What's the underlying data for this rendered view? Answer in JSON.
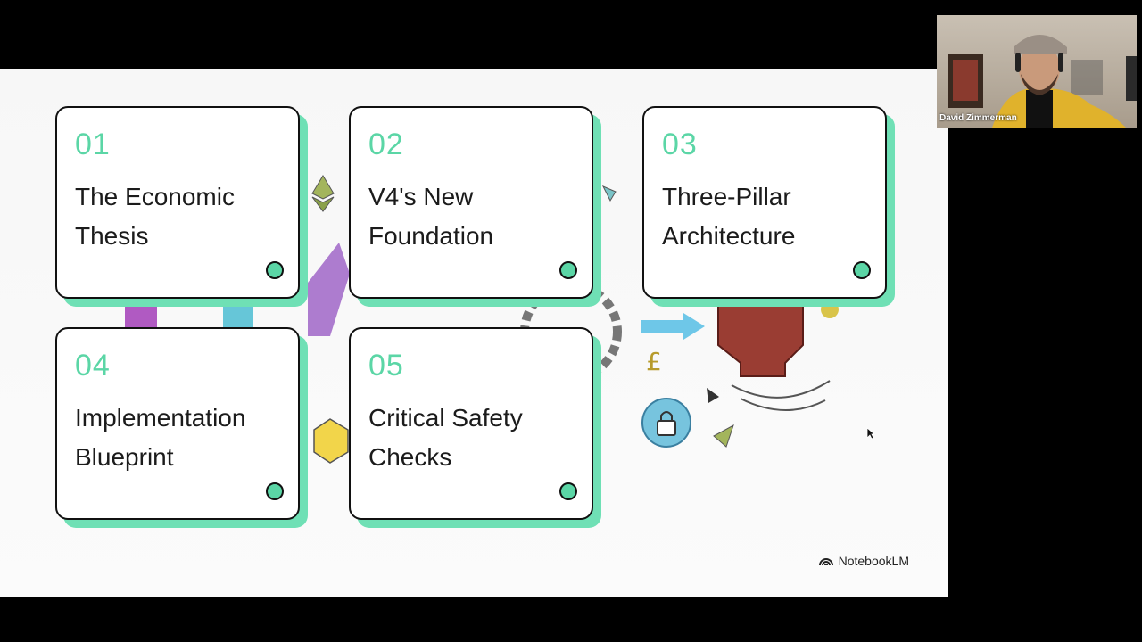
{
  "cards": [
    {
      "num": "01",
      "line1": "The Economic",
      "line2": "Thesis"
    },
    {
      "num": "02",
      "line1": "V4's New",
      "line2": "Foundation"
    },
    {
      "num": "03",
      "line1": "Three-Pillar",
      "line2": "Architecture"
    },
    {
      "num": "04",
      "line1": "Implementation",
      "line2": "Blueprint"
    },
    {
      "num": "05",
      "line1": "Critical Safety",
      "line2": "Checks"
    }
  ],
  "brand": {
    "name": "NotebookLM"
  },
  "webcam": {
    "participant_name": "David Zimmerman"
  },
  "colors": {
    "accent": "#5bd6a6",
    "shadow": "#6fe0b5",
    "background": "#000000"
  }
}
